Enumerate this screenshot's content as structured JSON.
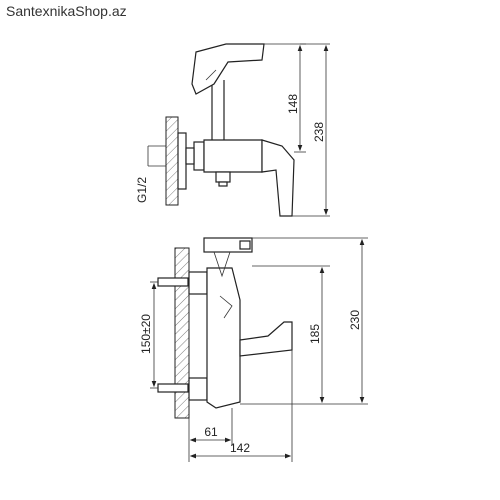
{
  "watermark": "SantexnikaShop.az",
  "dimensions": {
    "top_view": {
      "height_handle": "148",
      "height_total": "238",
      "thread": "G1/2"
    },
    "front_view": {
      "wall_spacing": "150±20",
      "height_outlet": "185",
      "height_total": "230",
      "depth_inlet": "61",
      "depth_total": "142"
    }
  },
  "colors": {
    "line": "#222222",
    "background": "#ffffff"
  }
}
